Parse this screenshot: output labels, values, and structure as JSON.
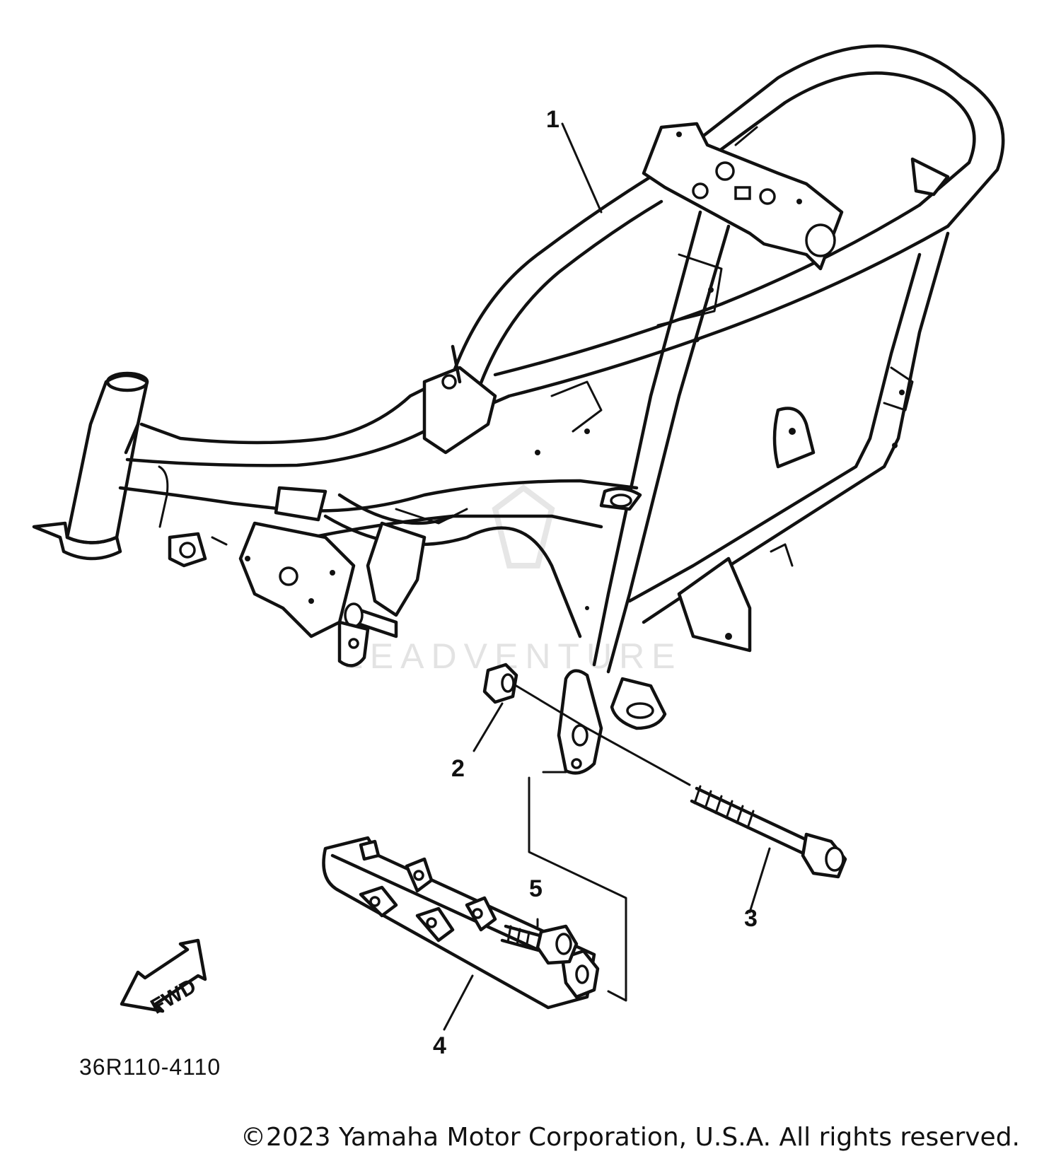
{
  "diagram": {
    "callouts": [
      "1",
      "2",
      "3",
      "4",
      "5"
    ],
    "part_number": "36R110-4110",
    "fwd_label": "FWD",
    "watermark": "LEADVENTURE",
    "copyright": "©2023 Yamaha Motor Corporation, U.S.A. All rights reserved."
  }
}
